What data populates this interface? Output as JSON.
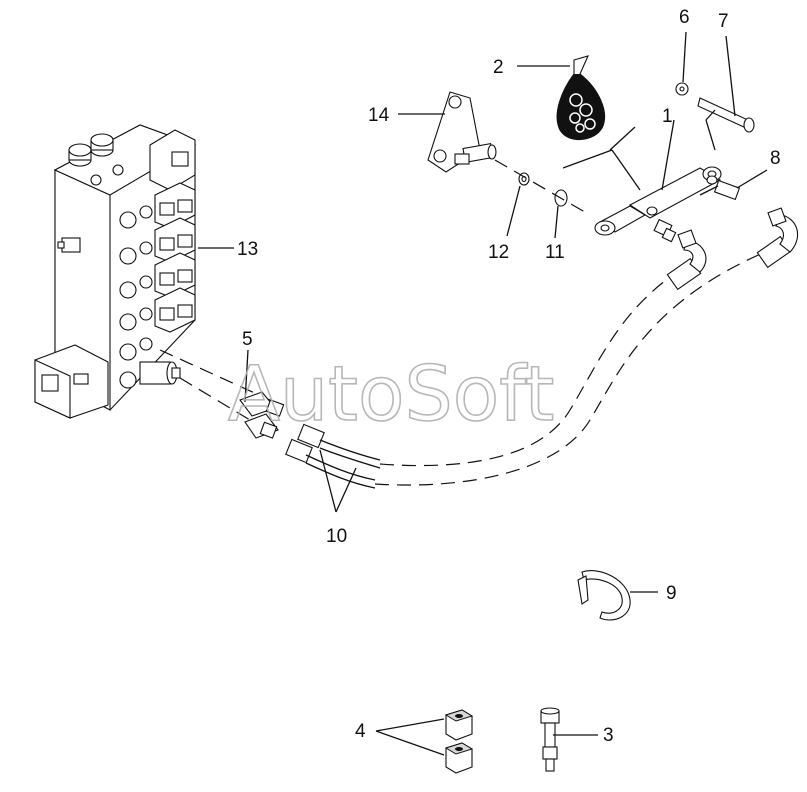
{
  "watermark": "AutoSoft",
  "callouts": {
    "c1": "1",
    "c2": "2",
    "c3": "3",
    "c4": "4",
    "c5": "5",
    "c6": "6",
    "c7": "7",
    "c8": "8",
    "c9": "9",
    "c10": "10",
    "c11": "11",
    "c12": "12",
    "c13": "13",
    "c14": "14"
  }
}
